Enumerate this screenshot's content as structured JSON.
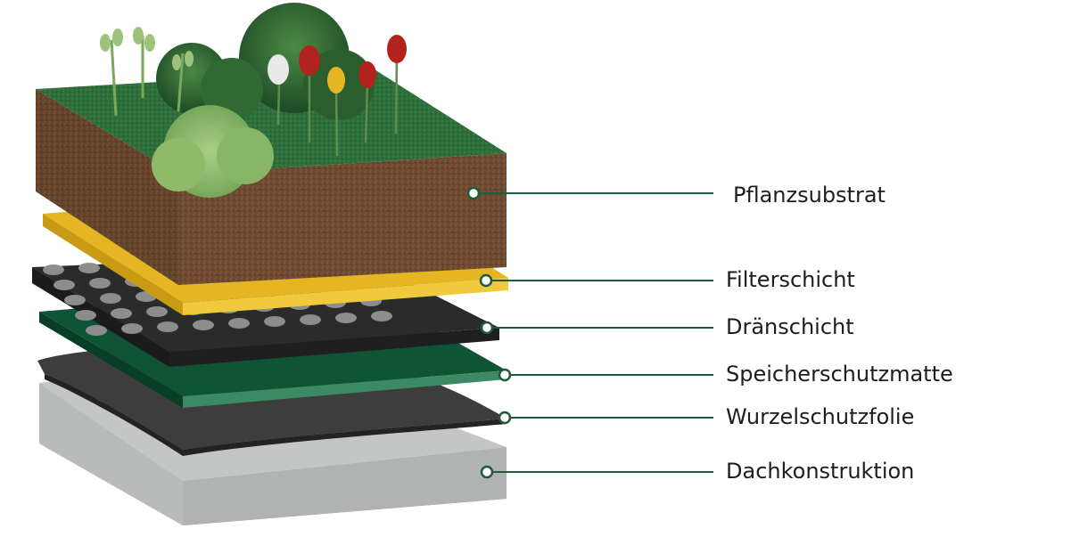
{
  "diagram": {
    "colors": {
      "leader_line": "#1f5a3a",
      "substrate_front": "#6e4a30",
      "substrate_top": "#2e6f3c",
      "filter": "#e6b524",
      "drainage": "#2b2b2b",
      "mat": "#0f5535",
      "foil": "#3d3d3d",
      "roof": "#b7b8b8"
    },
    "layers": [
      {
        "id": "substrate",
        "label": "Pflanzsubstrat"
      },
      {
        "id": "filter",
        "label": "Filterschicht"
      },
      {
        "id": "drainage",
        "label": "Dränschicht"
      },
      {
        "id": "mat",
        "label": "Speicherschutzmatte"
      },
      {
        "id": "foil",
        "label": "Wurzelschutzfolie"
      },
      {
        "id": "roof",
        "label": "Dachkonstruktion"
      }
    ]
  }
}
